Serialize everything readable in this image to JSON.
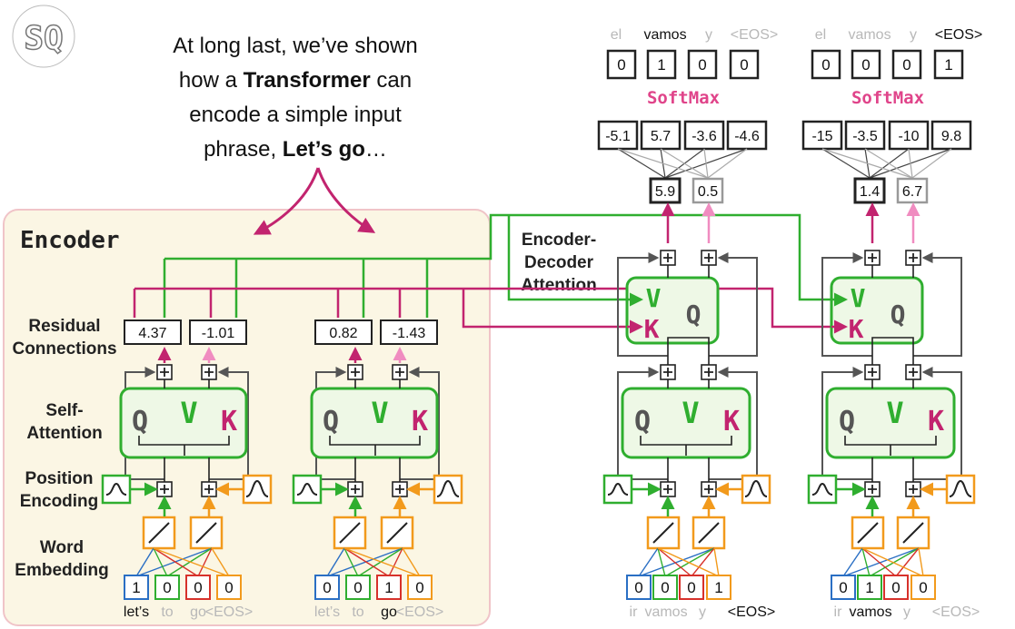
{
  "logo_text": "SQ",
  "caption": {
    "line1": "At long last, we’ve shown",
    "line2_a": "how a ",
    "line2_b": "Transformer",
    "line2_c": " can",
    "line3": "encode a simple input",
    "line4_a": "phrase, ",
    "line4_b": "Let’s go",
    "line4_c": "…"
  },
  "encoder": {
    "title": "Encoder",
    "labels": {
      "residual_1": "Residual",
      "residual_2": "Connections",
      "self_1": "Self-",
      "self_2": "Attention",
      "pos_1": "Position",
      "pos_2": "Encoding",
      "emb_1": "Word",
      "emb_2": "Embedding"
    },
    "columns": [
      {
        "outputs": [
          "4.37",
          "-1.01"
        ],
        "one_hot": [
          "1",
          "0",
          "0",
          "0"
        ],
        "words": [
          "let’s",
          "to",
          "go",
          "<EOS>"
        ],
        "active_word": 0
      },
      {
        "outputs": [
          "0.82",
          "-1.43"
        ],
        "one_hot": [
          "0",
          "0",
          "1",
          "0"
        ],
        "words": [
          "let’s",
          "to",
          "go",
          "<EOS>"
        ],
        "active_word": 2
      }
    ]
  },
  "attention_letters": {
    "q": "Q",
    "v": "V",
    "k": "K"
  },
  "encoder_decoder_label": {
    "line1": "Encoder-",
    "line2": "Decoder",
    "line3": "Attention"
  },
  "decoder": {
    "softmax_label": "SoftMax",
    "columns": [
      {
        "out_words": [
          "el",
          "vamos",
          "y",
          "<EOS>"
        ],
        "out_active": 1,
        "out_onehot": [
          "0",
          "1",
          "0",
          "0"
        ],
        "logits": [
          "-5.1",
          "5.7",
          "-3.6",
          "-4.6"
        ],
        "values": [
          "5.9",
          "0.5"
        ],
        "in_onehot": [
          "0",
          "0",
          "0",
          "1"
        ],
        "in_words": [
          "ir",
          "vamos",
          "y",
          "<EOS>"
        ],
        "in_active": 3
      },
      {
        "out_words": [
          "el",
          "vamos",
          "y",
          "<EOS>"
        ],
        "out_active": 3,
        "out_onehot": [
          "0",
          "0",
          "0",
          "1"
        ],
        "logits": [
          "-15",
          "-3.5",
          "-10",
          "9.8"
        ],
        "values": [
          "1.4",
          "6.7"
        ],
        "in_onehot": [
          "0",
          "1",
          "0",
          "0"
        ],
        "in_words": [
          "ir",
          "vamos",
          "y",
          "<EOS>"
        ],
        "in_active": 1
      }
    ]
  },
  "colors": {
    "green": "#2fae2f",
    "magenta": "#c2246f",
    "pink": "#f08cc0",
    "orange": "#f29a1c",
    "blue": "#2a6fc4",
    "red": "#d7312b",
    "encoder_bg": "#fbf6e4",
    "encoder_border": "#f0c4c8",
    "gray": "#555555",
    "light_text": "#b8b8b8",
    "softmax": "#e0448a"
  }
}
